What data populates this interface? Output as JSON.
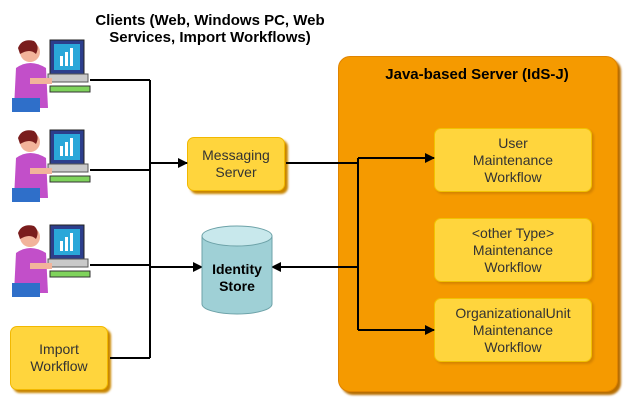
{
  "clients_caption": [
    "Clients (Web, Windows PC, Web",
    "Services, Import Workflows)"
  ],
  "server": {
    "title": "Java-based Server (IdS-J)",
    "workflows": [
      [
        "User",
        "Maintenance",
        "Workflow"
      ],
      [
        "<other Type>",
        "Maintenance",
        "Workflow"
      ],
      [
        "OrganizationalUnit",
        "Maintenance",
        "Workflow"
      ]
    ]
  },
  "messaging_server": [
    "Messaging",
    "Server"
  ],
  "identity_store": [
    "Identity",
    "Store"
  ],
  "import_workflow": [
    "Import",
    "Workflow"
  ],
  "icons": {
    "client": "computer-user-icon",
    "database": "database-cylinder-icon"
  },
  "colors": {
    "server_orange": "#f59a00",
    "box_yellow": "#ffd53d",
    "db_teal": "#9fd0d6"
  }
}
